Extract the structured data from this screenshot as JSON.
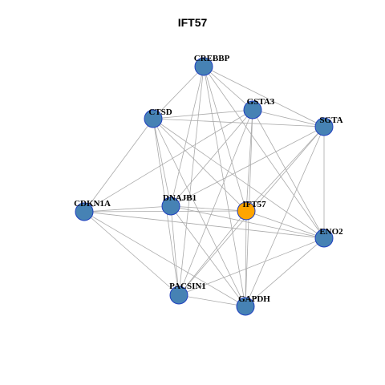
{
  "title": "IFT57",
  "colors": {
    "node": "#4682b4",
    "focus": "#ffa500",
    "border": "#1f3fbf",
    "edge": "#aaaaaa"
  },
  "nodes": [
    {
      "id": "CREBBP",
      "label": "CREBBP"
    },
    {
      "id": "CTSD",
      "label": "CTSD"
    },
    {
      "id": "GSTA3",
      "label": "GSTA3"
    },
    {
      "id": "SGTA",
      "label": "SGTA"
    },
    {
      "id": "CDKN1A",
      "label": "CDKN1A"
    },
    {
      "id": "DNAJB1",
      "label": "DNAJB1"
    },
    {
      "id": "IFT57",
      "label": "IFT57",
      "focus": true
    },
    {
      "id": "ENO2",
      "label": "ENO2"
    },
    {
      "id": "PACSIN1",
      "label": "PACSIN1"
    },
    {
      "id": "GAPDH",
      "label": "GAPDH"
    }
  ],
  "edges": [
    [
      "CREBBP",
      "CTSD"
    ],
    [
      "CREBBP",
      "GSTA3"
    ],
    [
      "CREBBP",
      "SGTA"
    ],
    [
      "CREBBP",
      "DNAJB1"
    ],
    [
      "CREBBP",
      "IFT57"
    ],
    [
      "CREBBP",
      "ENO2"
    ],
    [
      "CREBBP",
      "PACSIN1"
    ],
    [
      "CREBBP",
      "GAPDH"
    ],
    [
      "CTSD",
      "GSTA3"
    ],
    [
      "CTSD",
      "SGTA"
    ],
    [
      "CTSD",
      "CDKN1A"
    ],
    [
      "CTSD",
      "DNAJB1"
    ],
    [
      "CTSD",
      "IFT57"
    ],
    [
      "CTSD",
      "ENO2"
    ],
    [
      "CTSD",
      "PACSIN1"
    ],
    [
      "CTSD",
      "GAPDH"
    ],
    [
      "GSTA3",
      "SGTA"
    ],
    [
      "GSTA3",
      "CDKN1A"
    ],
    [
      "GSTA3",
      "DNAJB1"
    ],
    [
      "GSTA3",
      "IFT57"
    ],
    [
      "GSTA3",
      "ENO2"
    ],
    [
      "GSTA3",
      "PACSIN1"
    ],
    [
      "GSTA3",
      "GAPDH"
    ],
    [
      "SGTA",
      "DNAJB1"
    ],
    [
      "SGTA",
      "IFT57"
    ],
    [
      "SGTA",
      "ENO2"
    ],
    [
      "SGTA",
      "PACSIN1"
    ],
    [
      "SGTA",
      "GAPDH"
    ],
    [
      "CDKN1A",
      "DNAJB1"
    ],
    [
      "CDKN1A",
      "IFT57"
    ],
    [
      "CDKN1A",
      "PACSIN1"
    ],
    [
      "CDKN1A",
      "GAPDH"
    ],
    [
      "CDKN1A",
      "ENO2"
    ],
    [
      "DNAJB1",
      "IFT57"
    ],
    [
      "DNAJB1",
      "ENO2"
    ],
    [
      "DNAJB1",
      "PACSIN1"
    ],
    [
      "DNAJB1",
      "GAPDH"
    ],
    [
      "IFT57",
      "ENO2"
    ],
    [
      "IFT57",
      "PACSIN1"
    ],
    [
      "IFT57",
      "GAPDH"
    ],
    [
      "ENO2",
      "PACSIN1"
    ],
    [
      "ENO2",
      "GAPDH"
    ],
    [
      "PACSIN1",
      "GAPDH"
    ]
  ]
}
